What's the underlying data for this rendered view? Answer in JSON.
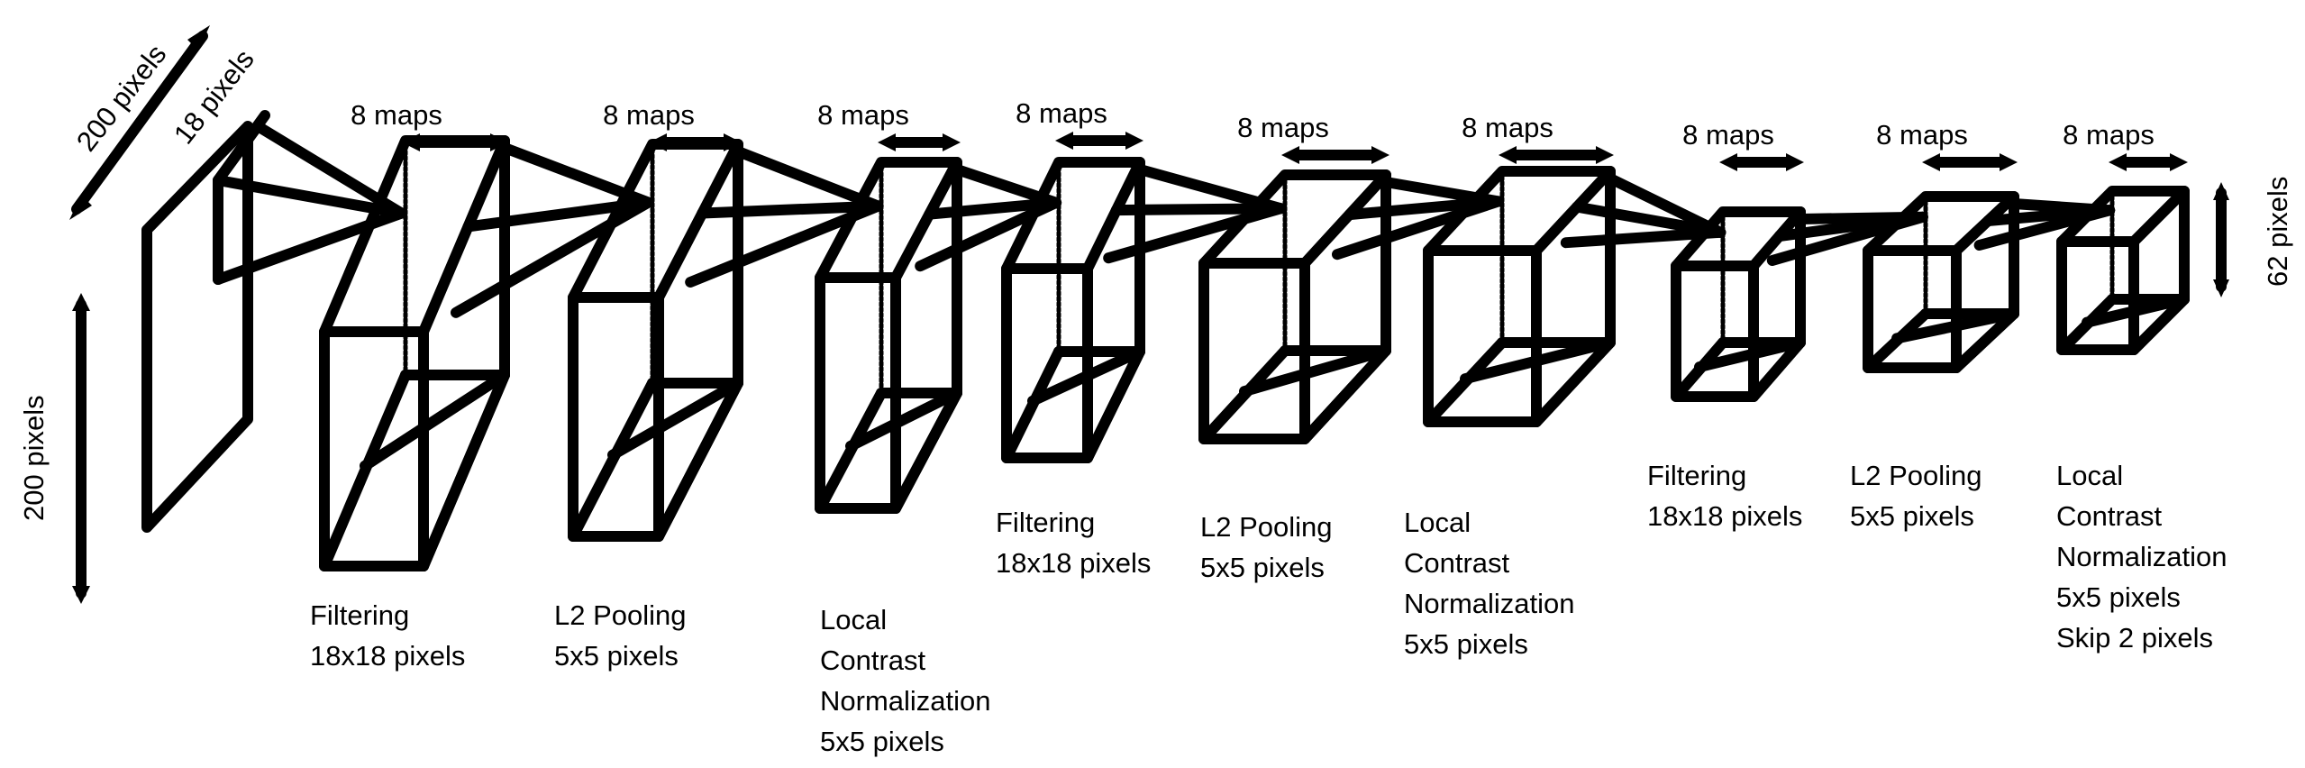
{
  "input": {
    "width_label": "200 pixels",
    "patch_label": "18 pixels",
    "height_label": "200 pixels"
  },
  "output_size_label": "62 pixels",
  "layers": [
    {
      "maps_label": "8 maps",
      "caption": [
        "Filtering",
        "18x18 pixels"
      ]
    },
    {
      "maps_label": "8 maps",
      "caption": [
        "L2 Pooling",
        "5x5 pixels"
      ]
    },
    {
      "maps_label": "8 maps",
      "caption": [
        "Local",
        "Contrast",
        "Normalization",
        "5x5 pixels"
      ]
    },
    {
      "maps_label": "8 maps",
      "caption": [
        "Filtering",
        "18x18 pixels"
      ]
    },
    {
      "maps_label": "8 maps",
      "caption": [
        "L2 Pooling",
        "5x5 pixels"
      ]
    },
    {
      "maps_label": "8 maps",
      "caption": [
        "Local",
        "Contrast",
        "Normalization",
        "5x5 pixels"
      ]
    },
    {
      "maps_label": "8 maps",
      "caption": [
        "Filtering",
        "18x18 pixels"
      ]
    },
    {
      "maps_label": "8 maps",
      "caption": [
        "L2 Pooling",
        "5x5 pixels"
      ]
    },
    {
      "maps_label": "8 maps",
      "caption": [
        "Local",
        "Contrast",
        "Normalization",
        "5x5 pixels",
        "Skip 2 pixels"
      ]
    }
  ]
}
